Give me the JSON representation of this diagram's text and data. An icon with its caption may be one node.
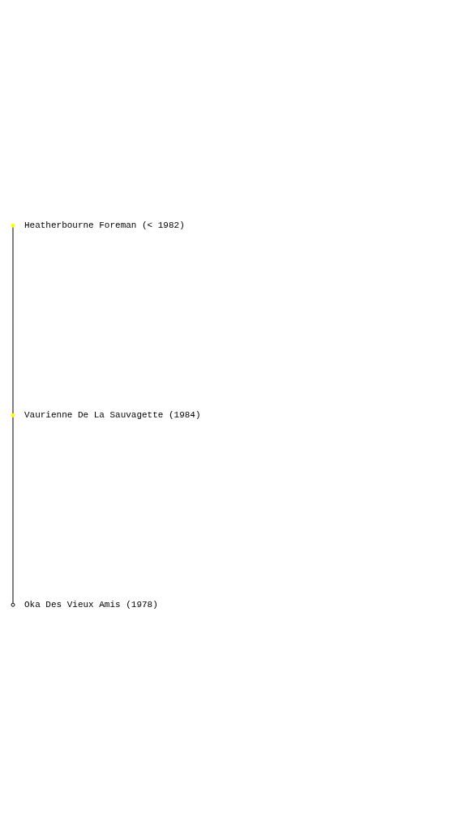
{
  "diagram": {
    "nodes": [
      {
        "text": [],
        "shape": "circle",
        "beside": [
          "Heatherbourne Foreman (< 1982)"
        ]
      },
      {
        "text": [],
        "shape": "circle",
        "beside": [
          "Vaurienne De La Sauvagette (1984)"
        ]
      },
      {
        "text": [],
        "shape": "circle",
        "beside": [
          "Oka Des Vieux Amis (1978)"
        ]
      }
    ],
    "edges": [
      {
        "from": 0,
        "to": 1,
        "arrow": "none"
      },
      {
        "from": 1,
        "to": 2,
        "arrow": "none"
      }
    ]
  }
}
